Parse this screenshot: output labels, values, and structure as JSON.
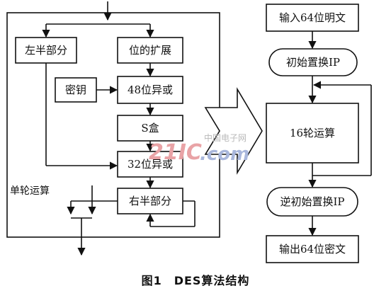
{
  "left": {
    "left_half": "左半部分",
    "expansion": "位的扩展",
    "key": "密钥",
    "xor48": "48位异或",
    "sbox": "S盒",
    "xor32": "32位异或",
    "right_half": "右半部分",
    "single_round": "单轮运算"
  },
  "right": {
    "input": "输入64位明文",
    "initial_perm": "初始置换IP",
    "rounds": "16轮运算",
    "inverse_perm": "逆初始置换IP",
    "output": "输出64位密文"
  },
  "watermark": {
    "logo": "21IC",
    "com": ".com",
    "cn": "中国电子网"
  },
  "caption": "图1　DES算法结构",
  "colors": {
    "line": "#111111",
    "watermark_red": "#e9a3a6",
    "watermark_blue": "#a9b7dc"
  }
}
